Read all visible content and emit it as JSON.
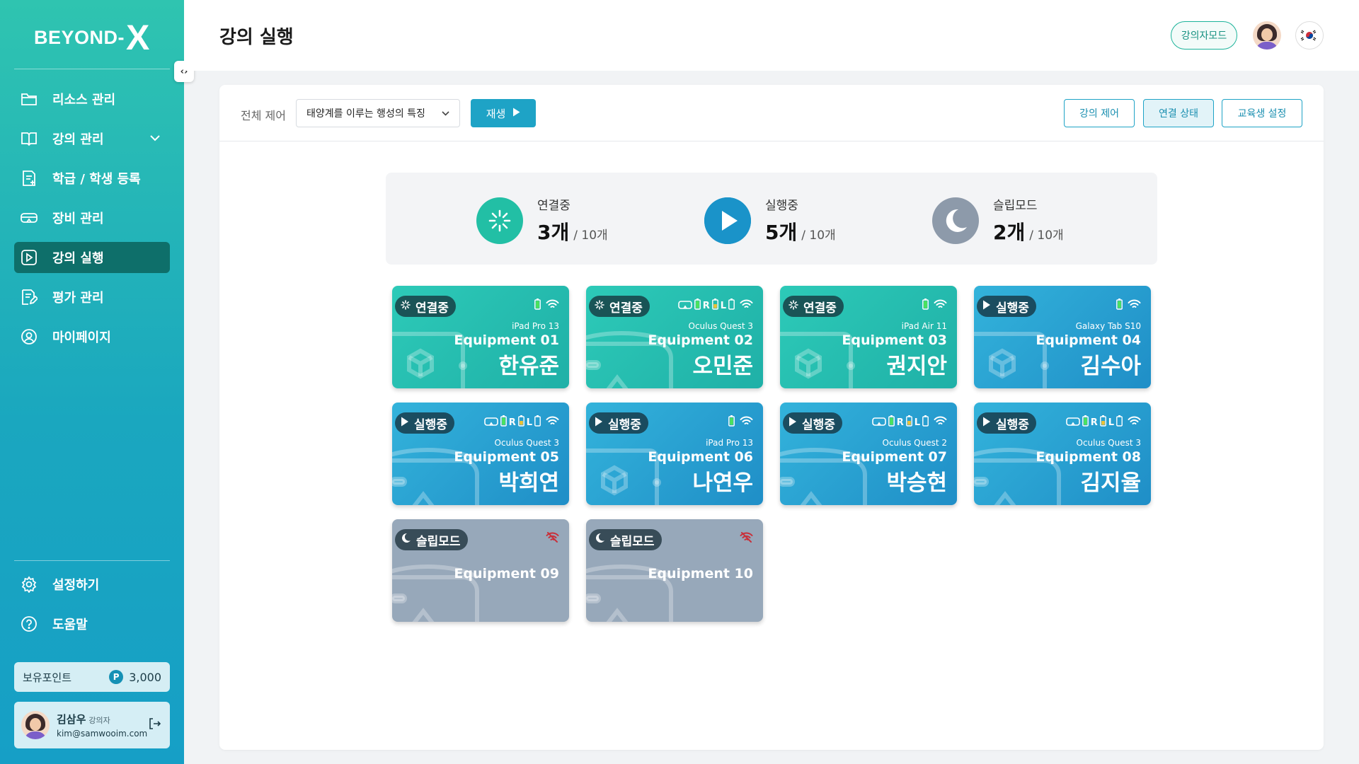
{
  "app": {
    "logo_text": "BEYOND-",
    "logo_x": "X",
    "page_title": "강의 실행",
    "mode_button": "강의자모드",
    "accent_color": "#1ea3c6",
    "brand_gradient": [
      "#2fc4b0",
      "#169fc6"
    ]
  },
  "sidebar": {
    "collapse_icon": "code-brackets-icon",
    "items": [
      {
        "label": "리소스 관리",
        "icon": "folder-icon"
      },
      {
        "label": "강의 관리",
        "icon": "book-icon",
        "has_submenu": true
      },
      {
        "label": "학급 / 학생 등록",
        "icon": "doc-add-icon"
      },
      {
        "label": "장비 관리",
        "icon": "vr-headset-icon"
      },
      {
        "label": "강의 실행",
        "icon": "play-square-icon",
        "active": true
      },
      {
        "label": "평가 관리",
        "icon": "doc-edit-icon"
      },
      {
        "label": "마이페이지",
        "icon": "user-circle-icon"
      }
    ],
    "bottom_items": [
      {
        "label": "설정하기",
        "icon": "gear-icon"
      },
      {
        "label": "도움말",
        "icon": "help-icon"
      }
    ],
    "points": {
      "label": "보유포인트",
      "icon_text": "P",
      "value": "3,000"
    },
    "profile": {
      "name": "김삼우",
      "role": "강의자",
      "email": "kim@samwooim.com"
    }
  },
  "control": {
    "label": "전체 제어",
    "lesson_select": "태양계를 이루는 행성의 특징",
    "play_button": "재생",
    "tabs": [
      {
        "label": "강의 제어",
        "active": false
      },
      {
        "label": "연결 상태",
        "active": true
      },
      {
        "label": "교육생 설정",
        "active": false
      }
    ]
  },
  "summary": [
    {
      "label": "연결중",
      "count": "3개",
      "total": "/ 10개",
      "color": "#22bfa5",
      "icon": "loading-icon"
    },
    {
      "label": "실행중",
      "count": "5개",
      "total": "/ 10개",
      "color": "#1f9fd0",
      "icon": "play-icon"
    },
    {
      "label": "슬립모드",
      "count": "2개",
      "total": "/ 10개",
      "color": "#8d9aaa",
      "icon": "moon-icon"
    }
  ],
  "devices": [
    {
      "status": "connecting",
      "status_label": "연결중",
      "type": "tablet",
      "model": "iPad Pro 13",
      "equipment": "Equipment 01",
      "student": "한유준",
      "controllers": false
    },
    {
      "status": "connecting",
      "status_label": "연결중",
      "type": "vr",
      "model": "Oculus Quest 3",
      "equipment": "Equipment 02",
      "student": "오민준",
      "controllers": true,
      "right_label": "R",
      "left_label": "L"
    },
    {
      "status": "connecting",
      "status_label": "연결중",
      "type": "tablet",
      "model": "iPad Air 11",
      "equipment": "Equipment 03",
      "student": "권지안",
      "controllers": false
    },
    {
      "status": "running",
      "status_label": "실행중",
      "type": "tablet",
      "model": "Galaxy Tab S10",
      "equipment": "Equipment 04",
      "student": "김수아",
      "controllers": false
    },
    {
      "status": "running",
      "status_label": "실행중",
      "type": "vr",
      "model": "Oculus Quest 3",
      "equipment": "Equipment 05",
      "student": "박희연",
      "controllers": true,
      "right_label": "R",
      "left_label": "L"
    },
    {
      "status": "running",
      "status_label": "실행중",
      "type": "tablet",
      "model": "iPad Pro 13",
      "equipment": "Equipment 06",
      "student": "나연우",
      "controllers": false
    },
    {
      "status": "running",
      "status_label": "실행중",
      "type": "vr",
      "model": "Oculus Quest 2",
      "equipment": "Equipment 07",
      "student": "박승현",
      "controllers": true,
      "right_label": "R",
      "left_label": "L"
    },
    {
      "status": "running",
      "status_label": "실행중",
      "type": "vr",
      "model": "Oculus Quest 3",
      "equipment": "Equipment 08",
      "student": "김지율",
      "controllers": true,
      "right_label": "R",
      "left_label": "L"
    },
    {
      "status": "sleeping",
      "status_label": "슬립모드",
      "type": "vr",
      "model": "",
      "equipment": "Equipment 09",
      "student": "",
      "controllers": false
    },
    {
      "status": "sleeping",
      "status_label": "슬립모드",
      "type": "vr",
      "model": "",
      "equipment": "Equipment 10",
      "student": "",
      "controllers": false
    }
  ]
}
